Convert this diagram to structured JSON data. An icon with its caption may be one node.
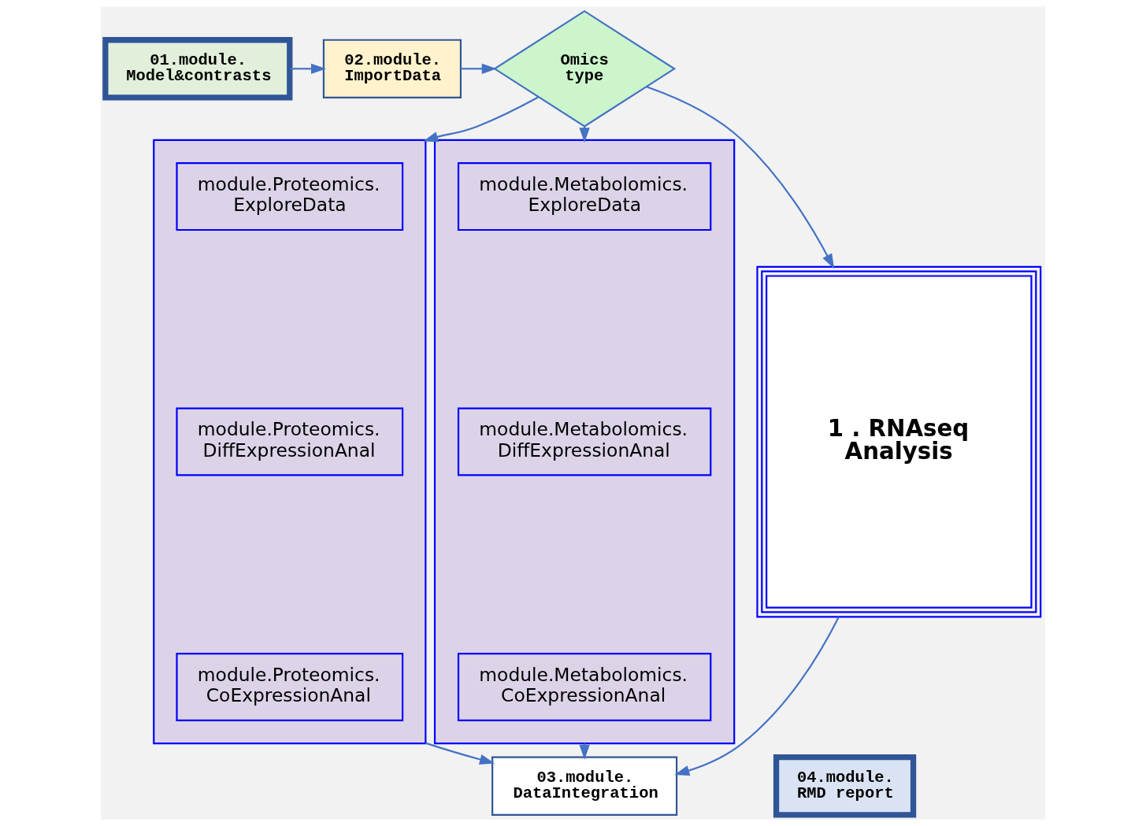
{
  "diagram": {
    "nodes": [
      {
        "text": [
          "01.module. Model&contrasts"
        ]
      },
      {
        "text": [
          "02.module. ImportData"
        ]
      },
      {
        "text": [
          "Omics type"
        ]
      },
      {
        "text": [
          "1 . RNAseq Analysis"
        ]
      },
      {
        "text": [],
        "shape": "box"
      },
      {
        "text": [
          "module.Proteomics. ExploreData"
        ],
        "in": 4
      },
      {
        "text": [
          "module.Proteomics. DiffExpressionAnal"
        ],
        "in": 4
      },
      {
        "text": [
          "module.Proteomics. CoExpressionAnal"
        ],
        "in": 4
      },
      {
        "text": [],
        "shape": "box"
      },
      {
        "text": [
          "module.Metabolomics. ExploreData"
        ],
        "in": 8
      },
      {
        "text": [
          "module.Metabolomics. DiffExpressionAnal"
        ],
        "in": 8
      },
      {
        "text": [
          "module.Metabolomics. CoExpressionAnal"
        ],
        "in": 8
      },
      {
        "text": [
          "03.module. DataIntegration"
        ]
      },
      {
        "text": [
          "04.module. RMD report"
        ]
      }
    ],
    "edges": [
      {
        "from": 0,
        "to": 1,
        "arrow": "to"
      },
      {
        "from": 1,
        "to": 2,
        "arrow": "to"
      },
      {
        "from": 2,
        "to": 3,
        "arrow": "to"
      },
      {
        "from": 2,
        "to": 4,
        "arrow": "to"
      },
      {
        "from": 2,
        "to": 8,
        "arrow": "to"
      },
      {
        "from": 3,
        "to": 12,
        "arrow": "to"
      },
      {
        "from": 4,
        "to": 12,
        "arrow": "to"
      },
      {
        "from": 8,
        "to": 12,
        "arrow": "to"
      }
    ]
  }
}
